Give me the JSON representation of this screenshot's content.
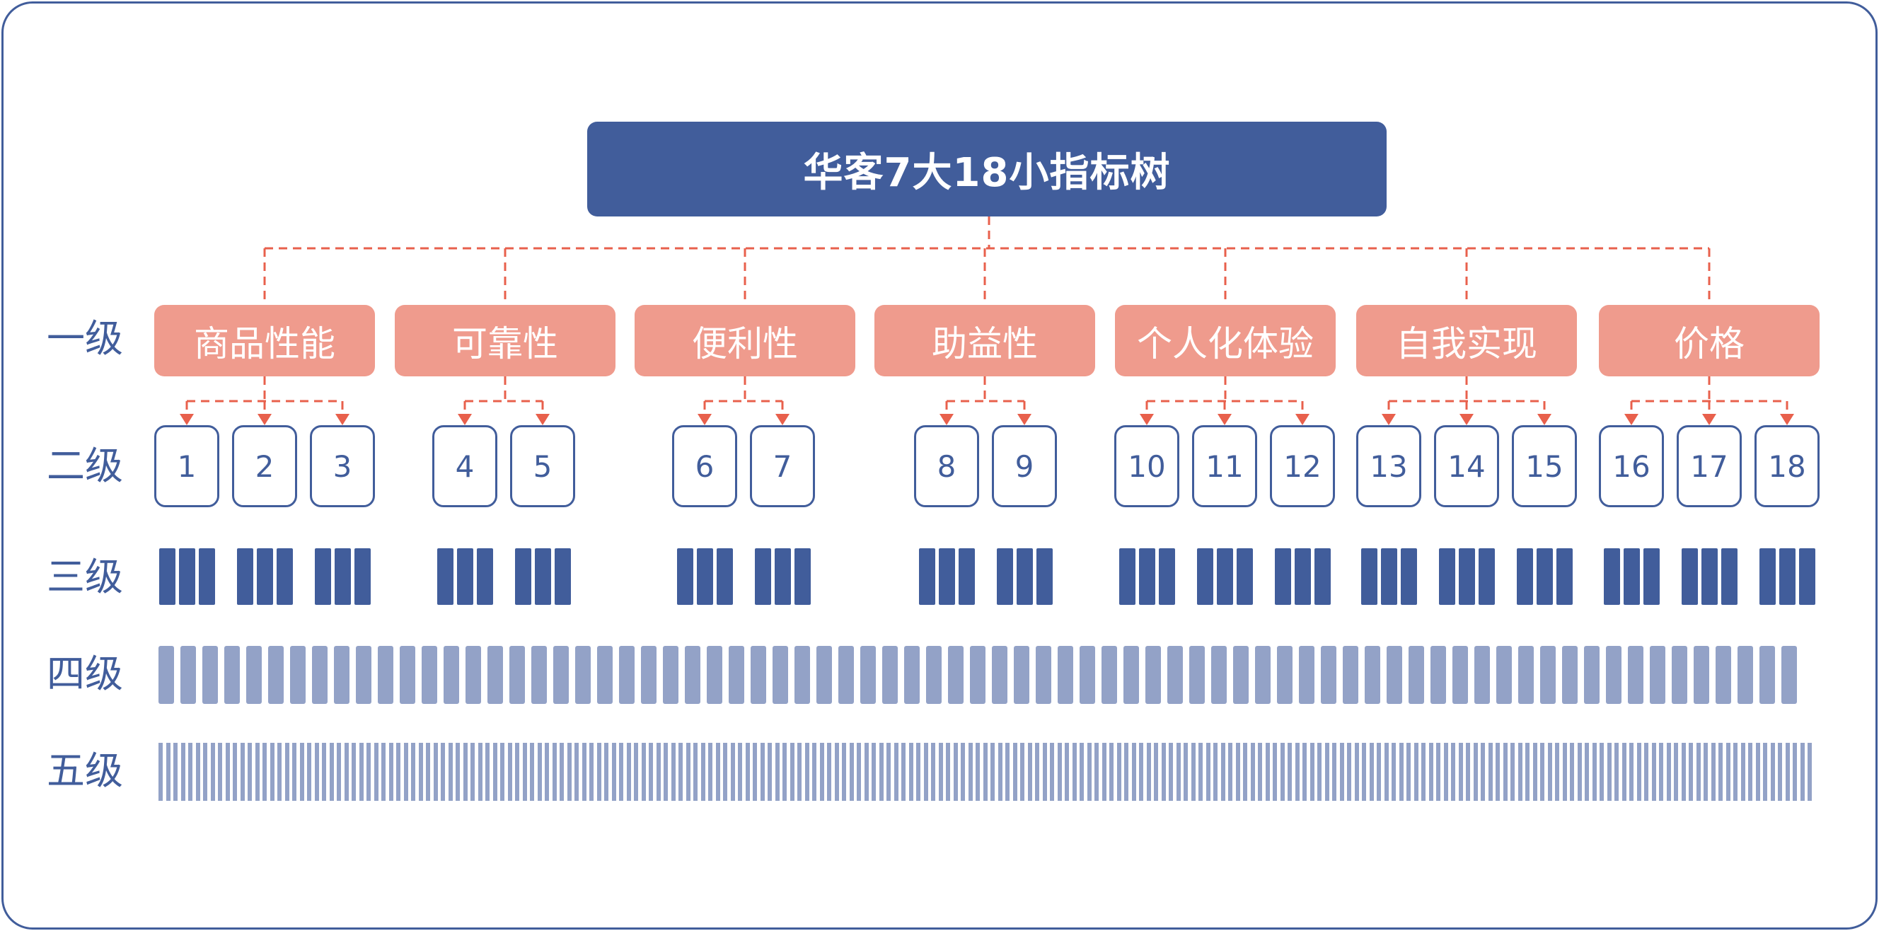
{
  "title": "华客7大18小指标树",
  "levels": [
    "一级",
    "二级",
    "三级",
    "四级",
    "五级"
  ],
  "categories": [
    {
      "label": "商品性能",
      "items": [
        "1",
        "2",
        "3"
      ]
    },
    {
      "label": "可靠性",
      "items": [
        "4",
        "5"
      ]
    },
    {
      "label": "便利性",
      "items": [
        "6",
        "7"
      ]
    },
    {
      "label": "助益性",
      "items": [
        "8",
        "9"
      ]
    },
    {
      "label": "个人化体验",
      "items": [
        "10",
        "11",
        "12"
      ]
    },
    {
      "label": "自我实现",
      "items": [
        "13",
        "14",
        "15"
      ]
    },
    {
      "label": "价格",
      "items": [
        "16",
        "17",
        "18"
      ]
    }
  ],
  "level3_blocks_per_item": 3,
  "colors": {
    "primary": "#415d9b",
    "category": "#ef9b8d",
    "connector": "#e8604c",
    "lower_level": "#93a2c7"
  }
}
